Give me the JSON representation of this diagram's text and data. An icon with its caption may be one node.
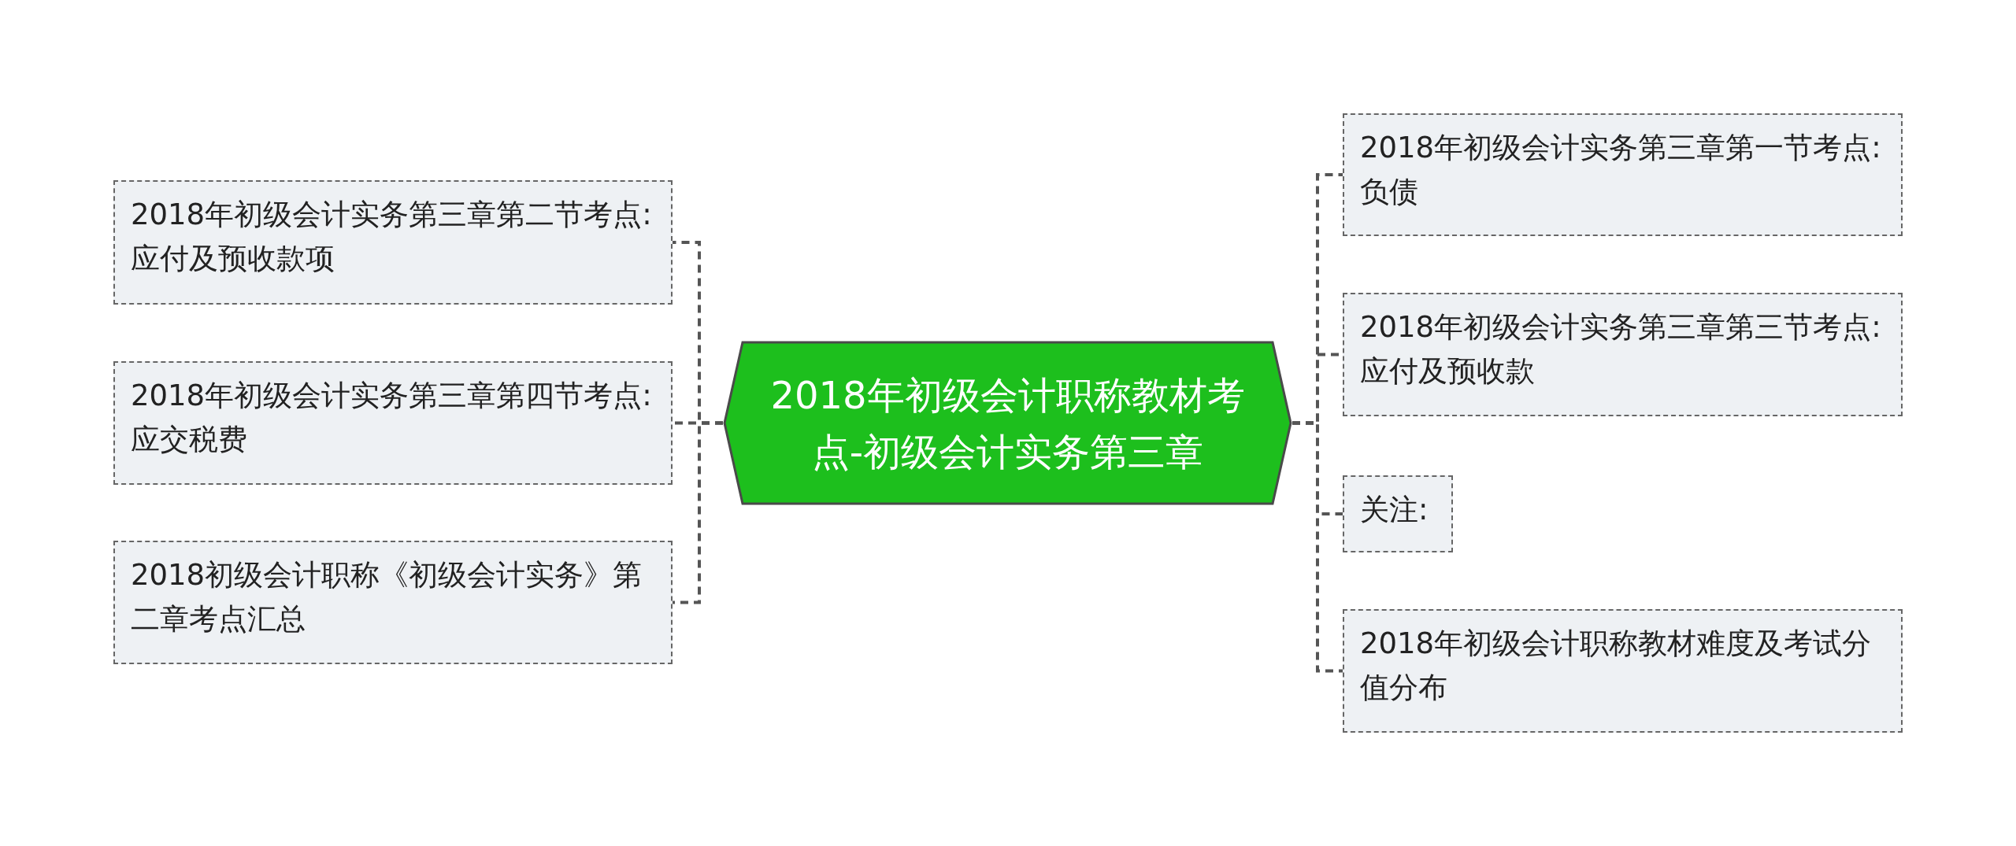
{
  "diagram": {
    "nodes": [
      {
        "text": [
          "2018年初级会计职称教材考点-初级会计实务第三章"
        ]
      },
      {
        "text": [
          "2018年初级会计实务第三章第二节考点:应付及预收款项"
        ]
      },
      {
        "text": [
          "2018年初级会计实务第三章第四节考点:应交税费"
        ]
      },
      {
        "text": [
          "2018初级会计职称《初级会计实务》第二章考点汇总"
        ]
      },
      {
        "text": [
          "2018年初级会计实务第三章第一节考点:负债"
        ]
      },
      {
        "text": [
          "2018年初级会计实务第三章第三节考点:应付及预收款"
        ]
      },
      {
        "text": [
          "关注:"
        ]
      },
      {
        "text": [
          "2018年初级会计职称教材难度及考试分值分布"
        ]
      }
    ],
    "edges": [
      {
        "from": 0,
        "to": 1,
        "arrow": "none",
        "style": "dashed"
      },
      {
        "from": 0,
        "to": 2,
        "arrow": "none",
        "style": "dashed"
      },
      {
        "from": 0,
        "to": 3,
        "arrow": "none",
        "style": "dashed"
      },
      {
        "from": 0,
        "to": 4,
        "arrow": "none",
        "style": "dashed"
      },
      {
        "from": 0,
        "to": 5,
        "arrow": "none",
        "style": "dashed"
      },
      {
        "from": 0,
        "to": 6,
        "arrow": "none",
        "style": "dashed"
      },
      {
        "from": 0,
        "to": 7,
        "arrow": "none",
        "style": "dashed"
      }
    ]
  }
}
